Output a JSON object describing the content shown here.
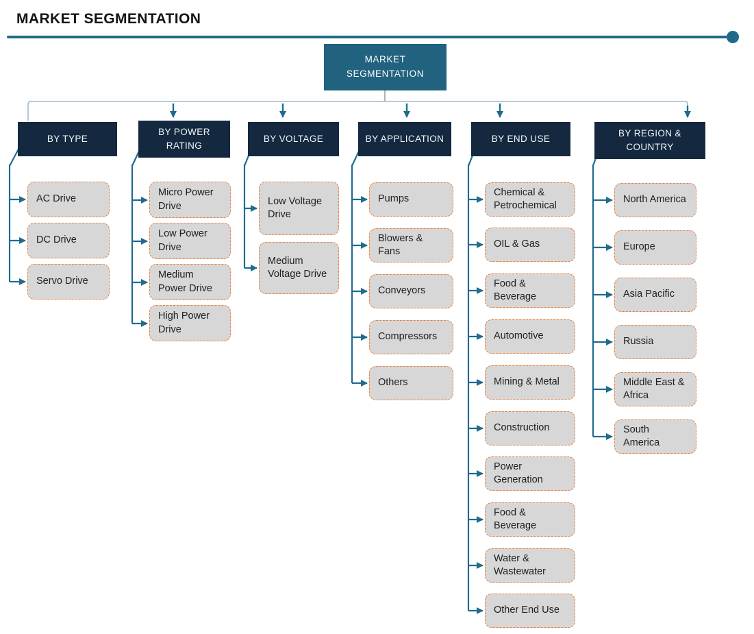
{
  "page": {
    "title": "MARKET SEGMENTATION"
  },
  "root": {
    "label": "MARKET SEGMENTATION"
  },
  "colors": {
    "accent_teal": "#1F6A8A",
    "root_fill": "#21627F",
    "header_navy": "#142940",
    "item_fill": "#D7D7D7",
    "item_border_orange": "#ED7D31",
    "connector_teal": "#1F6B8E",
    "distribution_line": "#9FBCCC"
  },
  "columns": [
    {
      "header": "BY TYPE",
      "items": [
        "AC Drive",
        "DC Drive",
        "Servo Drive"
      ]
    },
    {
      "header": "BY POWER RATING",
      "items": [
        "Micro Power Drive",
        "Low Power Drive",
        "Medium Power Drive",
        "High Power Drive"
      ]
    },
    {
      "header": "BY VOLTAGE",
      "items": [
        "Low Voltage Drive",
        "Medium Voltage Drive"
      ]
    },
    {
      "header": "BY APPLICATION",
      "items": [
        "Pumps",
        "Blowers & Fans",
        "Conveyors",
        "Compressors",
        "Others"
      ]
    },
    {
      "header": "BY END USE",
      "items": [
        "Chemical & Petrochemical",
        "OIL & Gas",
        "Food & Beverage",
        "Automotive",
        "Mining & Metal",
        "Construction",
        "Power Generation",
        "Food & Beverage",
        "Water & Wastewater",
        "Other End Use"
      ]
    },
    {
      "header": "BY REGION & COUNTRY",
      "items": [
        "North America",
        "Europe",
        "Asia Pacific",
        "Russia",
        "Middle East & Africa",
        "South America"
      ]
    }
  ]
}
